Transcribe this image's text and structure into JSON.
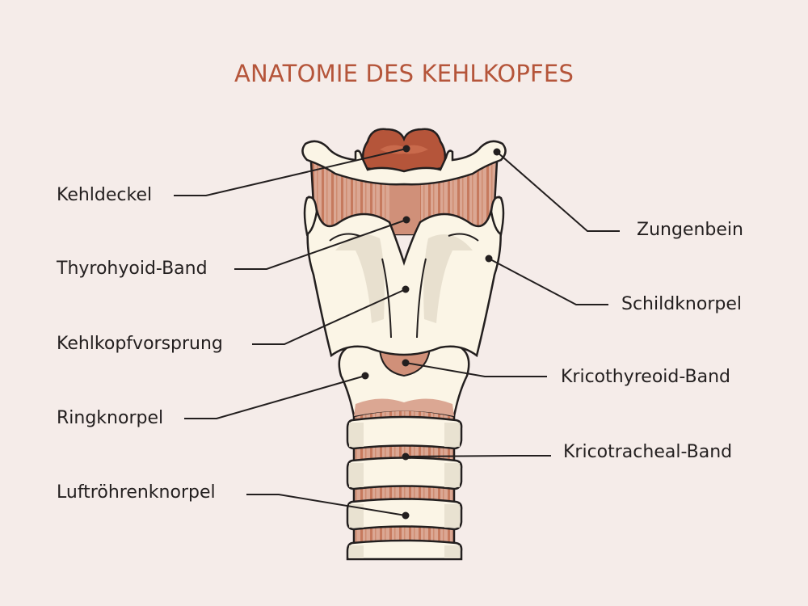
{
  "title": "ANATOMIE DES KEHLKOPFES",
  "colors": {
    "background": "#f5ece9",
    "title": "#b5553a",
    "cartilage": "#fbf5e6",
    "cartilage_shadow": "#e8e0cf",
    "ligament": "#d59e88",
    "ligament_stripe": "#c67a5e",
    "epiglottis": "#b5553a",
    "epiglottis_highlight": "#c96a4c",
    "outline": "#231f1f",
    "label_text": "#231f1f"
  },
  "labels_left": [
    {
      "id": "kehldeckel",
      "text": "Kehldeckel"
    },
    {
      "id": "thyrohyoid-band",
      "text": "Thyrohyoid-Band"
    },
    {
      "id": "kehlkopfvorsprung",
      "text": "Kehlkopfvorsprung"
    },
    {
      "id": "ringknorpel",
      "text": "Ringknorpel"
    },
    {
      "id": "luftroehrenknorpel",
      "text": "Luftröhrenknorpel"
    }
  ],
  "labels_right": [
    {
      "id": "zungenbein",
      "text": "Zungenbein"
    },
    {
      "id": "schildknorpel",
      "text": "Schildknorpel"
    },
    {
      "id": "kricothyreoid-band",
      "text": "Kricothyreoid-Band"
    },
    {
      "id": "kricotracheal-band",
      "text": "Kricotracheal-Band"
    }
  ]
}
